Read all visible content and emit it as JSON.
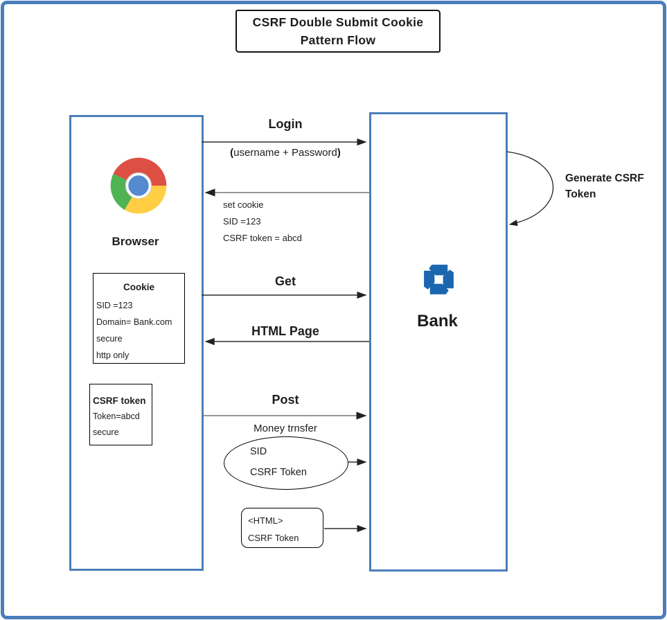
{
  "title": {
    "line1": "CSRF Double Submit Cookie",
    "line2": "Pattern Flow"
  },
  "actors": {
    "browser": {
      "label": "Browser",
      "icon": "chrome-icon"
    },
    "bank": {
      "label": "Bank",
      "icon": "chase-bank-icon"
    }
  },
  "browser_panel": {
    "cookie_box": {
      "title": "Cookie",
      "rows": [
        "SID =123",
        "Domain= Bank.com",
        "secure",
        "http only"
      ]
    },
    "csrf_box": {
      "title": "CSRF token",
      "rows": [
        "Token=abcd",
        "secure"
      ]
    }
  },
  "flows": {
    "login": {
      "label": "Login",
      "paren_open": "(",
      "sub": "username + Password",
      "paren_close": ")"
    },
    "set_cookie": {
      "rows": [
        "set cookie",
        "SID =123",
        "CSRF token = abcd"
      ]
    },
    "get": {
      "label": "Get"
    },
    "html_page": {
      "label": "HTML Page"
    },
    "post": {
      "label": "Post",
      "sub": "Money trnsfer"
    },
    "post_payload": {
      "rows": [
        "SID",
        "CSRF Token"
      ]
    },
    "html_payload": {
      "rows": [
        "<HTML>",
        "CSRF Token"
      ]
    },
    "generate_token": {
      "line1": "Generate CSRF",
      "line2": "Token"
    }
  },
  "colors": {
    "frame_blue": "#4a7ebb",
    "actor_border_blue": "#4a7ebb",
    "chase_blue": "#1b66af",
    "chrome_red": "#dd4f42",
    "chrome_green": "#4fb353",
    "chrome_yellow": "#ffce44",
    "chrome_blue": "#5589d0",
    "line_dark": "#2f2f2f",
    "line_gray": "#757575"
  }
}
